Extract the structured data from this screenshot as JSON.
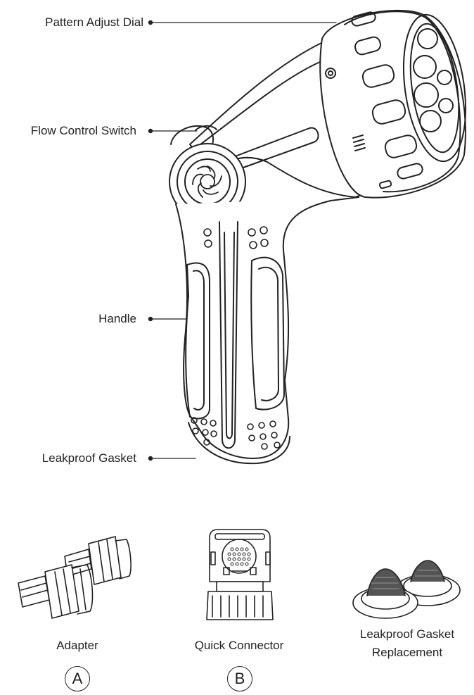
{
  "callouts": {
    "pattern_adjust_dial": "Pattern Adjust Dial",
    "flow_control_switch": "Flow Control Switch",
    "handle": "Handle",
    "leakproof_gasket": "Leakproof Gasket"
  },
  "accessories": {
    "adapter": {
      "caption": "Adapter",
      "letter": "A"
    },
    "quick_connector": {
      "caption": "Quick Connector",
      "letter": "B"
    },
    "gasket_replacement": {
      "caption_line1": "Leakproof Gasket",
      "caption_line2": "Replacement"
    }
  },
  "colors": {
    "line": "#222222",
    "background": "#ffffff"
  }
}
